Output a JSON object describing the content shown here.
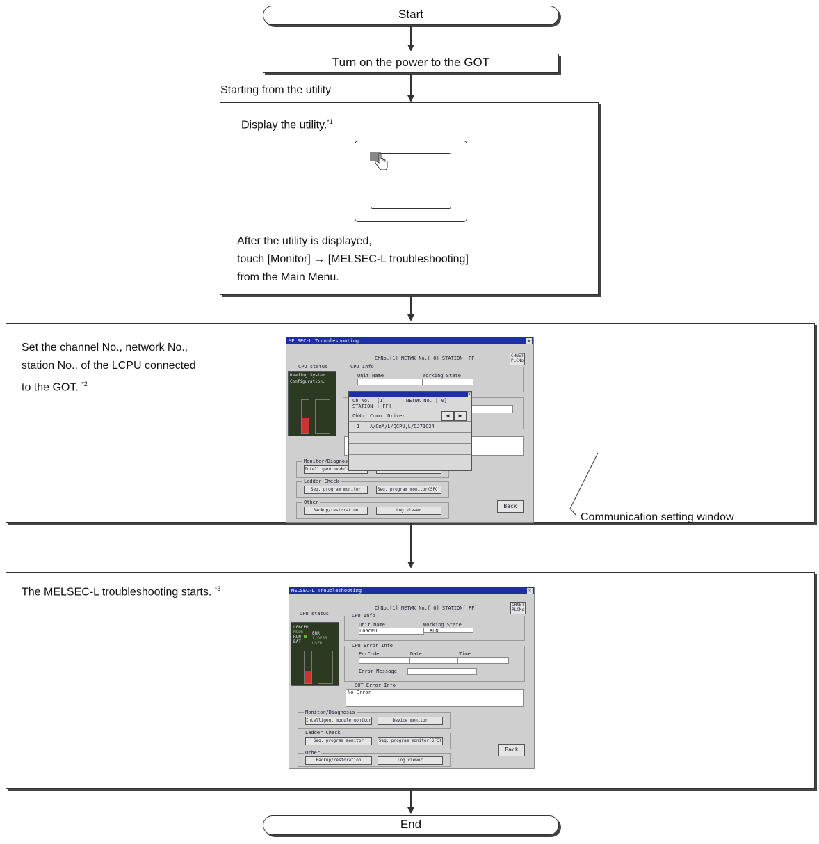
{
  "start": "Start",
  "power": "Turn on the power to the GOT",
  "branch_label": "Starting from the utility",
  "utility": {
    "display": "Display the utility.",
    "note1": "*1",
    "line1": "After the utility is displayed,",
    "line2": "touch [Monitor] → [MELSEC-L troubleshooting]",
    "line3": "from the Main Menu."
  },
  "set_step": {
    "line1": "Set the channel No., network No.,",
    "line2": "station No., of the LCPU connected",
    "line3": "to the GOT.",
    "note2": "*2",
    "callout": "Communication setting window"
  },
  "starts_step": {
    "line1": "The MELSEC-L troubleshooting starts.",
    "note3": "*3"
  },
  "end": "End",
  "screen": {
    "title": "MELSEC-L Troubleshooting",
    "close": "×",
    "header": "ChNo.[1] NETWK No.[  0] STATION[ FF]",
    "chnet_btn_1": "CHNET",
    "chnet_btn_2": "PLCNo",
    "cpu_status": "CPU status",
    "cpu_info": "CPU Info",
    "unit_name": "Unit Name",
    "working_state": "Working State",
    "reading": "Reading System",
    "reading2": "Configuration.",
    "cpu_error_info": "CPU Error Info",
    "errcode": "ErrCode",
    "date": "Date",
    "time": "Time",
    "error_message": "Error Message",
    "got_error_info": "GOT Error Info",
    "monitor_diag": "Monitor/Diagnosis",
    "intelligent": "Intelligent module monitor",
    "device_monitor": "Device monitor",
    "ladder_check": "Ladder Check",
    "seq_prog": "Seq. program monitor",
    "seq_prog_sfc": "Seq. program monitor(SFC)",
    "other": "Other",
    "backup": "Backup/restoration",
    "log_viewer": "Log viewer",
    "back": "Back",
    "comm_chno": "Ch No.",
    "comm_chno_val": "[1]",
    "comm_netwk": "NETWK No. [  0]",
    "comm_station": "STATION",
    "comm_station_val": "[ FF]",
    "comm_col1": "ChNo",
    "comm_col2": "Comm. Driver",
    "comm_row1_no": "1",
    "comm_row1_drv": "A/QnA/L/QCPU,L/QJ71C24",
    "unit_val": "L06CPU",
    "state_val": "RUN",
    "got_error_val": "No Error",
    "led_model": "L06CPU",
    "led_mode": "MODE",
    "led_run": "RUN",
    "led_bat": "BAT",
    "led_err": "ERR",
    "led_user": "USER",
    "led_ioerr": "I/OERR"
  }
}
